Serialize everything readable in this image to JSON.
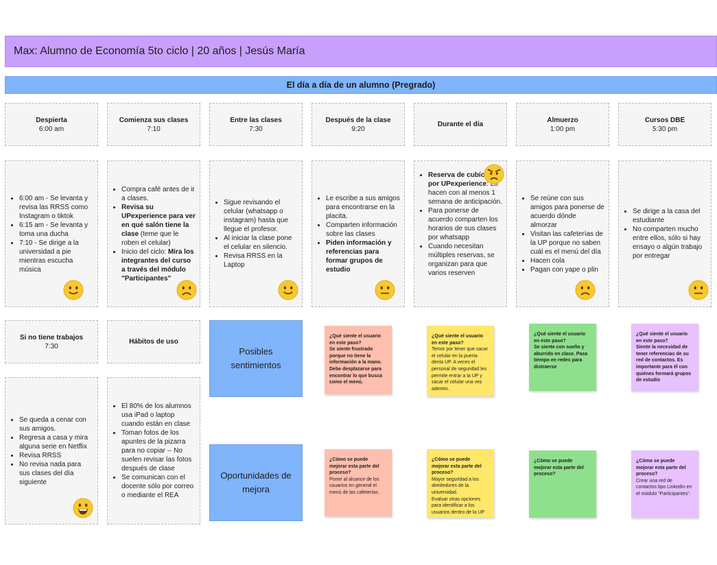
{
  "persona": {
    "title": "Max: Alumno de Economía 5to ciclo | 20 años | Jesús María"
  },
  "journey": {
    "title": "El día a día de un alumno (Pregrado)"
  },
  "stages": [
    {
      "title": "Despierta",
      "time": "6:00 am"
    },
    {
      "title": "Comienza sus clases",
      "time": "7:10"
    },
    {
      "title": "Entre las clases",
      "time": "7:30"
    },
    {
      "title": "Después de la clase",
      "time": "9:20"
    },
    {
      "title": "Durante el día",
      "time": ""
    },
    {
      "title": "Almuerzo",
      "time": "1:00 pm"
    },
    {
      "title": "Cursos DBE",
      "time": "5:30 pm"
    },
    {
      "title": "Si no tiene trabajos",
      "time": "7:30"
    },
    {
      "title": "Hábitos de uso",
      "time": ""
    }
  ],
  "activities": {
    "despierta": [
      "6:00 am - Se levanta y revisa las RRSS como Instagram o tiktok",
      "6:15 am - Se levanta y toma una ducha",
      "7:10 - Se dirige a la universidad a pie mientras escucha música"
    ],
    "comienza": {
      "item1": "Compra café antes de ir a clases.",
      "item2_bold": "Revisa su UPexperience para ver en qué salón tiene la clase",
      "item2_rest": " (teme que le roben el celular)",
      "item3_pre": "Inicio del ciclo: ",
      "item3_bold": "Mira los integrantes del curso a través del módulo \"Participantes\""
    },
    "entre": [
      "Sigue revisando el celular (whatsapp o instagram) hasta que llegue el profesor.",
      "Al iniciar la clase pone el celular en silencio.",
      "Revisa RRSS en la Laptop"
    ],
    "despues": {
      "item1": "Le escribe a sus amigos para encontrarse en la placita.",
      "item2": "Comparten información sobre las clases",
      "item3_bold": "Piden información y referencias para formar grupos de estudio"
    },
    "durante": {
      "item1_bold": "Reserva de cubículos por UPexperience",
      "item1_rest": ": Lo hacen con al menos 1 semana de anticipación.",
      "item2": "Para ponerse de acuerdo comparten los horarios de sus clases por whatsapp",
      "item3": "Cuando necesitan múltiples reservas, se organizan para que varios reserven"
    },
    "almuerzo": [
      "Se reúne con sus amigos para ponerse de acuerdo dónde almorzar",
      "Visitan las cafeterías de la UP porque no saben cuál es el menú del día",
      "Hacen cola",
      "Pagan con yape o plin"
    ],
    "dbe": [
      "Se dirige a la casa del estudiante",
      "No comparten mucho entre ellos, sólo si hay ensayo o algún trabajo por entregar"
    ],
    "sin_trabajos": [
      "Se queda a cenar con sus amigos.",
      "Regresa a casa y mira alguna serie en Netflix",
      "Revisa RRSS",
      "No revisa nada para sus clases del día siguiente"
    ],
    "habitos": [
      "El 80% de los alumnos usa iPad o laptop cuando están en clase",
      "Toman fotos de los apuntes de la pizarra para no copiar -- No suelen revisar las fotos después de clase",
      "Se comunican con el docente sólo por correo o mediante el REA"
    ]
  },
  "labels": {
    "sentimientos": "Posibles sentimientos",
    "oportunidades": "Oportunidades de mejora"
  },
  "feelings": {
    "question": "¿Qué siente el usuario en este paso?",
    "red": "Se siente frustrado porque no tiene la información a la mano. Debe desplazarse para encontrar lo que busca como el menú.",
    "yellow": "Temor por tener que sacar el celular en la puerta denla UP. A veces el personal de seguridad les permite entrar a la UP y sacar el celular una vez adentro.",
    "green": "Se siente con sueño y aburrido en clase. Pasa tiempo en redes para distraerse",
    "purple": "Siente la necesidad de tener referencias de su red de contactos. Es importante para él con quiénes formará grupos de estudio"
  },
  "improvements": {
    "question": "¿Cómo se puede mejorar esta parte del proceso?",
    "red": "Poner al alcance de los usuarios en general el menú de las cafeterías.",
    "yellow1": "Mayor seguridad a los alrededores de la universidad.",
    "yellow2": "Evaluar otras opciones para identificar a los usuarios dentro de la UP",
    "green": "",
    "purple": "Crear una red de contactos tipo LinkedIn en el módulo \"Participantes\"."
  },
  "colors": {
    "banner": "#c7a0fb",
    "title_bar": "#80b4fb",
    "sticky_red": "#ffbfae",
    "sticky_yellow": "#ffe769",
    "sticky_green": "#8fe08d",
    "sticky_purple": "#e8c1ff",
    "emoji": "#f8c82e"
  },
  "icons": {
    "slight_smile": "slightly-smiling-face-icon",
    "frown": "slightly-frowning-face-icon",
    "neutral": "neutral-face-icon",
    "angry": "angry-face-icon",
    "grin": "grinning-face-icon"
  }
}
